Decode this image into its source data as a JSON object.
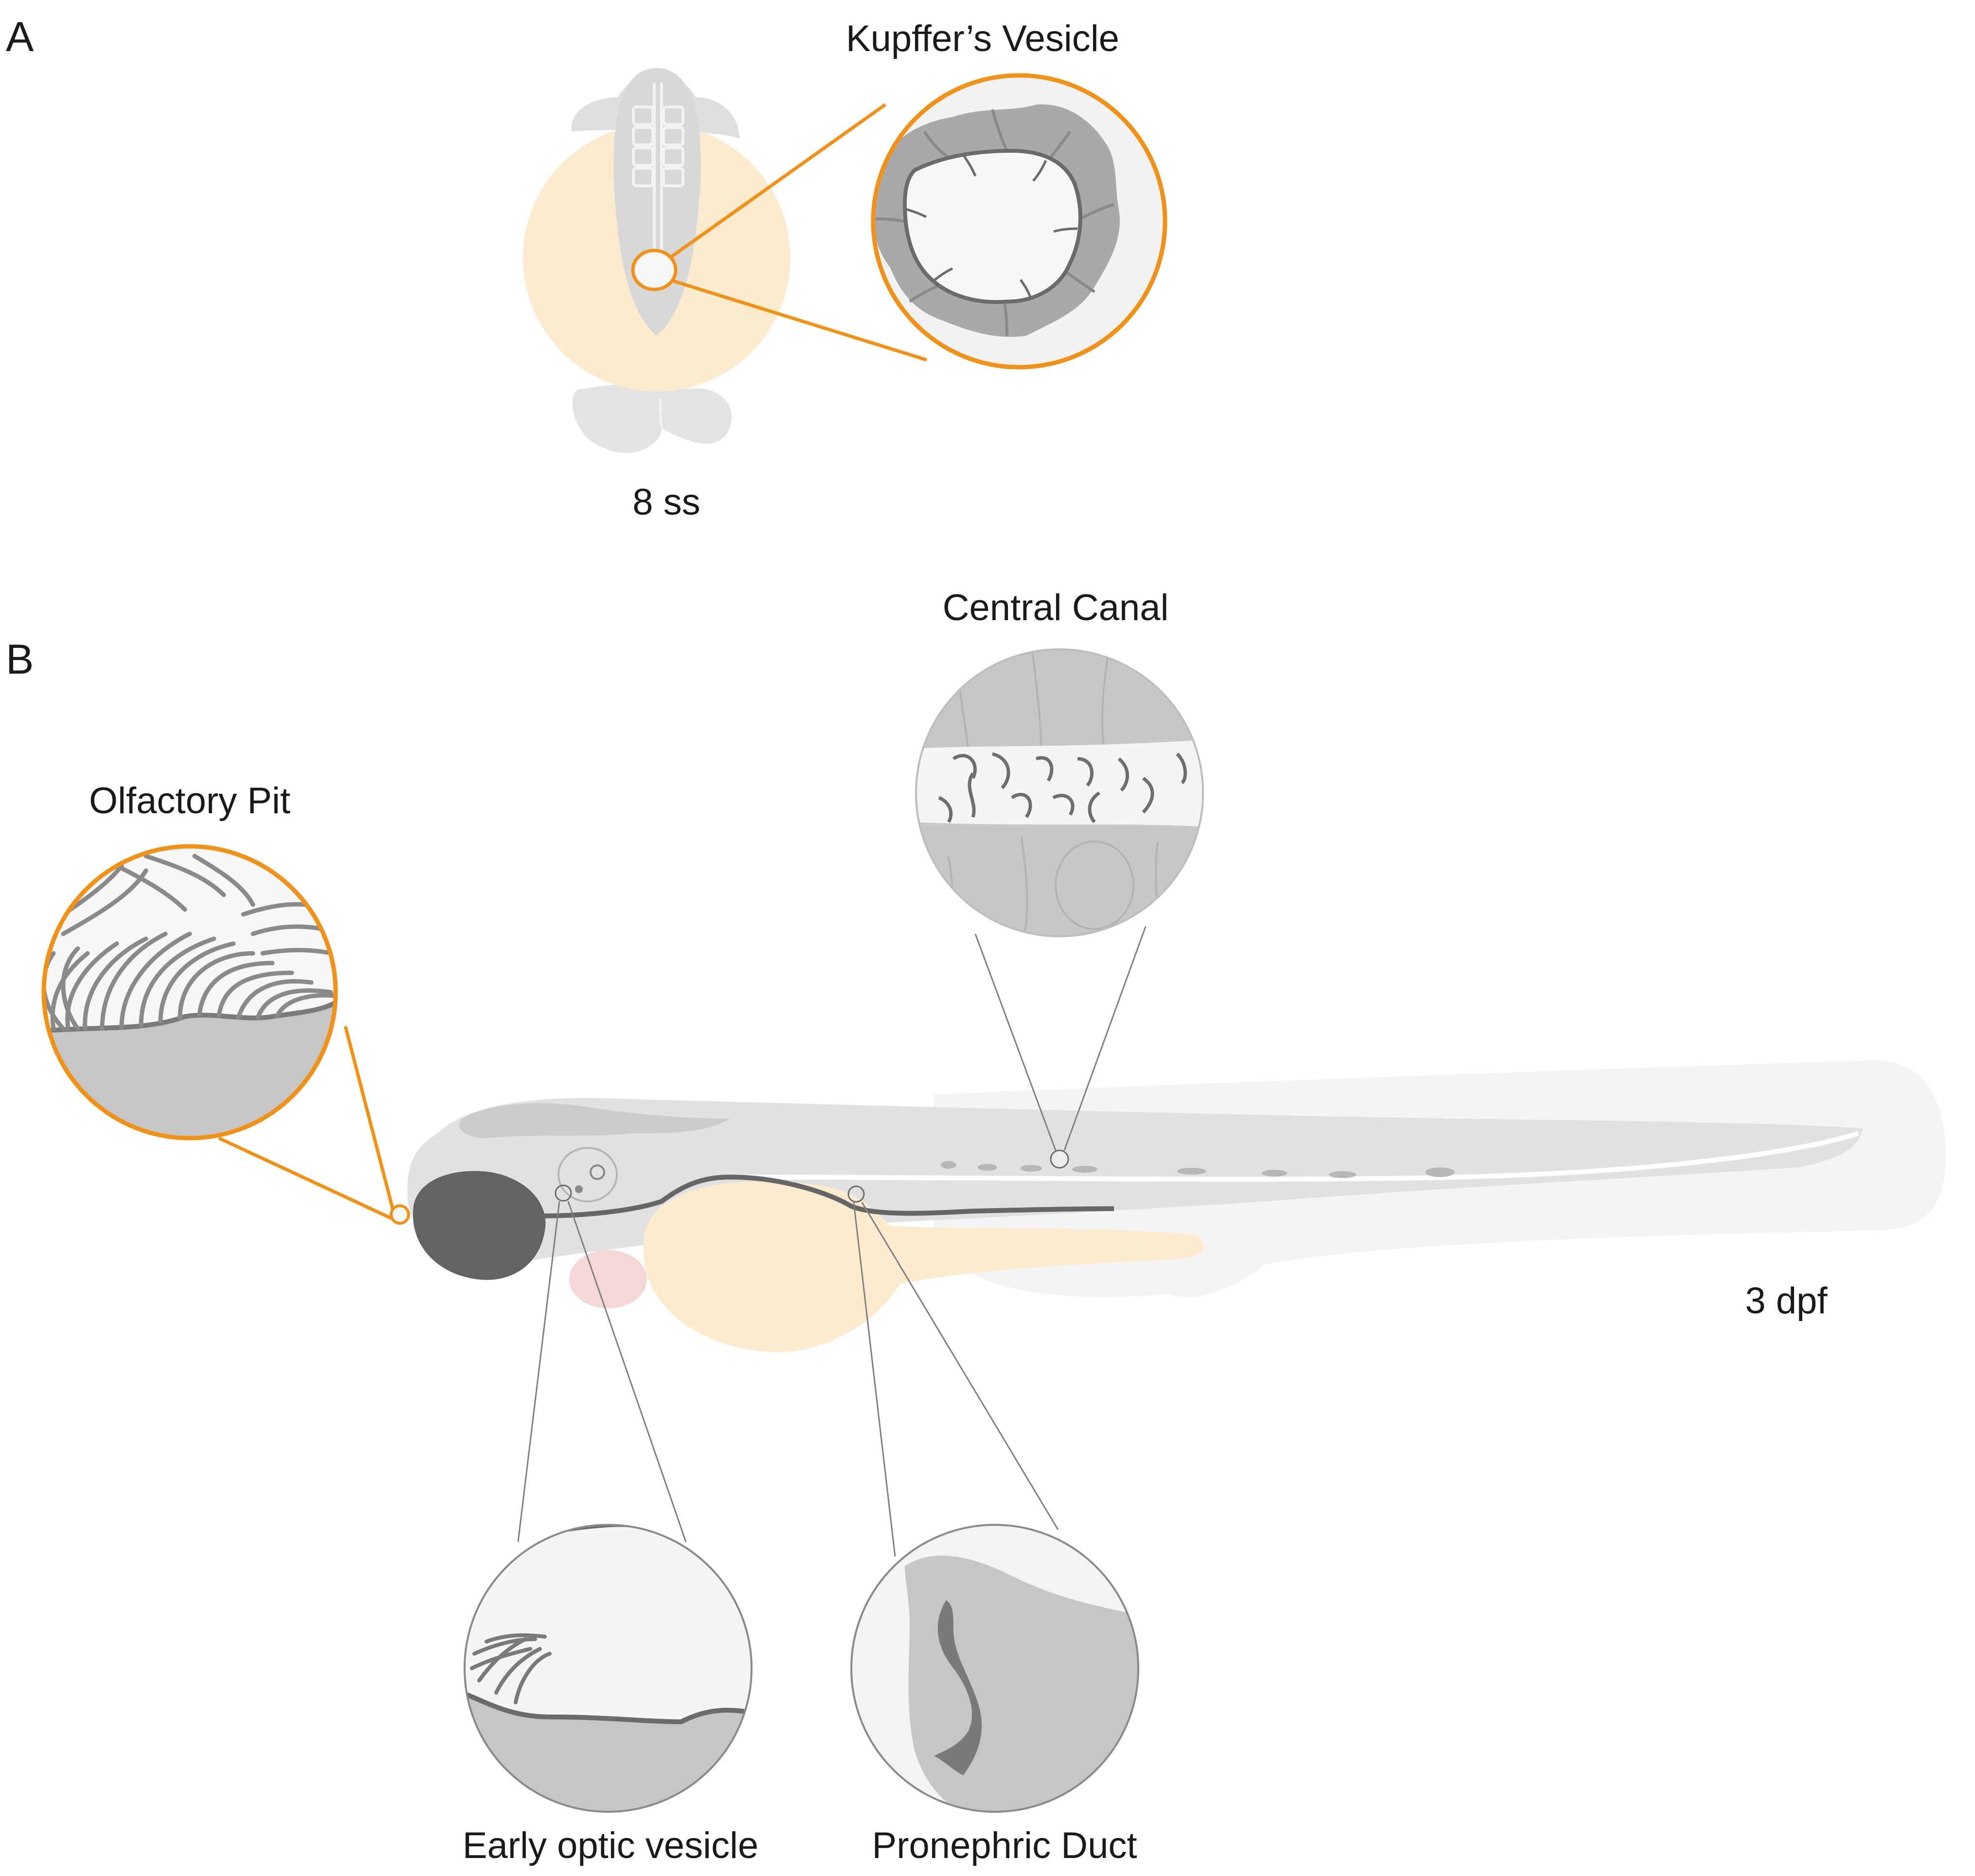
{
  "panels": {
    "a": {
      "letter": "A",
      "stage": "8 ss",
      "inset": "Kupffer’s Vesicle"
    },
    "b": {
      "letter": "B",
      "stage": "3 dpf",
      "insets": {
        "central_canal": "Central Canal",
        "olfactory_pit": "Olfactory Pit",
        "optic_vesicle": "Early optic vesicle",
        "pronephric_duct": "Pronephric Duct"
      }
    }
  },
  "colors": {
    "accent_orange": "#f0921a",
    "yolk": "#fdebcf",
    "embryo_gray": "#d9d9d9",
    "tissue_gray": "#c6c6c6",
    "dark_gray": "#6b6b6b",
    "eye": "#636363"
  }
}
